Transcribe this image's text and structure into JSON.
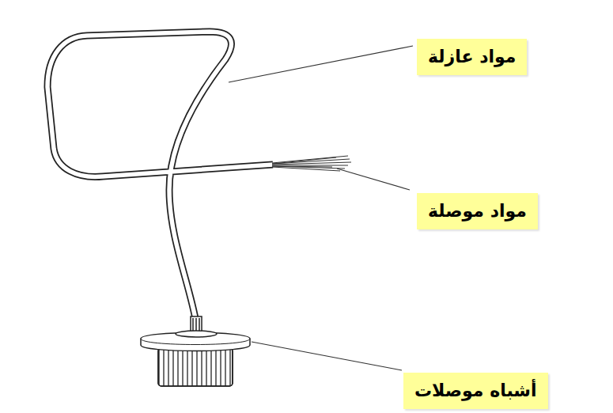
{
  "diagram": {
    "nodes": [
      {
        "text": [
          "مواد عازلة"
        ]
      },
      {
        "text": [
          "مواد موصلة"
        ]
      },
      {
        "text": [
          "أشباه موصلات"
        ]
      }
    ]
  }
}
